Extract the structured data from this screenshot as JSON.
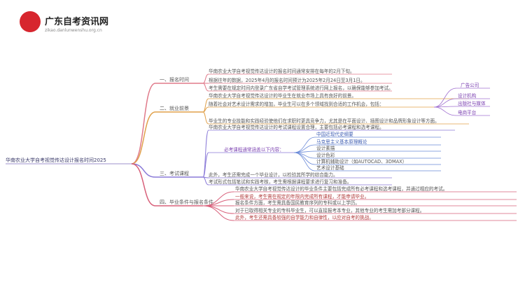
{
  "logo": {
    "title": "广东自考资讯网",
    "subtitle": "zikao.danlunwenshu.org.cn"
  },
  "root": "华南农业大学自考视觉传达设计报名时间2025",
  "branches": [
    {
      "label": "一、报名时间",
      "children": [
        "华南农业大学自考视觉传达设计的报名时间通常安排在每年的2月下旬。",
        "根据往年的数据，2025年4月的报名时间预计为2025年2月24日至3月1日。",
        "考生需要在规定时间内登录广东省自学考试管理系统进行网上报名，以确保能够参加考试。"
      ]
    },
    {
      "label": "二、就业前景",
      "children": [
        "华南农业大学自考视觉传达设计的毕业生在就业市场上具有良好的前景。",
        "随着社会对艺术设计需求的增加，毕业生可以在多个领域找到合适的工作机会，包括：",
        "毕业生的专业技能和实践经验使他们在求职时更具竞争力，尤其是在平面设计、插图设计和品牌形象设计等方面。"
      ],
      "sub": [
        "广告公司",
        "设计机构",
        "出版社与媒体",
        "电商平台"
      ]
    },
    {
      "label": "三、考试课程",
      "children": [
        "华南农业大学自考视觉传达设计的考试课程设置合理，主要包括必考课程和选考课程。",
        "必考课程通常涵盖以下内容：",
        "此外，考生还需完成一个毕业设计，以检验其所学的综合能力。",
        "考试形式包括笔试和实践考核，考生需根据课程要求进行复习和准备。"
      ],
      "sub": [
        "中国近现代史纲要",
        "马克思主义基本原理概论",
        "设计素描",
        "设计色彩",
        "计算机辅助设计（如AUTOCAD、3DMAX）",
        "艺术设计基础"
      ]
    },
    {
      "label": "四、毕业条件与报名条件",
      "children": [
        "华南农业大学自考视觉传达设计的毕业条件主要包括完成所有必考课程和选考课程，并通过相应的考试。",
        "一般来说，考生需在规定的年限内完成所有课程，才能申请毕业。",
        "报名条件方面，考生需具备国民教育序列的专科或以上学历。",
        "对于已取得相关专业的专科毕业生，可以直接报考本专业，其他专业的考生需加考部分课程。",
        "此外，考生还需具备较强的自学能力和自律性，以应对自考的挑战。"
      ]
    }
  ],
  "colors": {
    "branch1": "#e07a8a",
    "branch2": "#e0a04a",
    "branch3": "#8a7ad8",
    "branch4": "#d8607a",
    "root_line": "#b0a8d8"
  }
}
